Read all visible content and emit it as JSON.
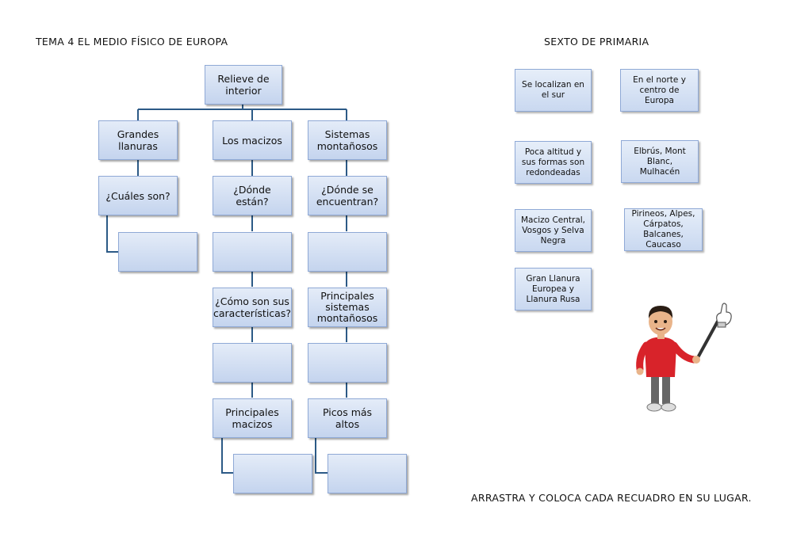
{
  "header": {
    "title": "TEMA 4 EL MEDIO FÍSICO DE EUROPA",
    "grade": "SEXTO DE PRIMARIA"
  },
  "instruction": "ARRASTRA Y COLOCA CADA RECUADRO EN SU LUGAR.",
  "diagram": {
    "root": "Relieve de\ninterior",
    "columns": {
      "llanuras": {
        "title": "Grandes llanuras",
        "question": "¿Cuáles son?"
      },
      "macizos": {
        "title": "Los macizos",
        "question1": "¿Dónde están?",
        "question2": "¿Cómo son sus\ncaracterísticas?",
        "question3": "Principales\nmacizos"
      },
      "sistemas": {
        "title": "Sistemas\nmontañosos",
        "question1": "¿Dónde se\nencuentran?",
        "question2": "Principales\nsistemas\nmontañosos",
        "question3": "Picos más altos"
      }
    }
  },
  "cards": [
    "Se localizan en\nel sur",
    "En el norte y\ncentro de\nEuropa",
    "Poca altitud y\nsus formas son\nredondeadas",
    "Elbrús, Mont\nBlanc,\nMulhacén",
    "Macizo Central,\nVosgos y Selva\nNegra",
    "Pirineos, Alpes,\nCárpatos,\nBalcanes, Caucaso",
    "Gran Llanura\nEuropea y\nLlanura Rusa"
  ],
  "colors": {
    "line": "#2c5a86",
    "box_border": "#8fa9d6",
    "box_fill": "#c4d4ee"
  }
}
